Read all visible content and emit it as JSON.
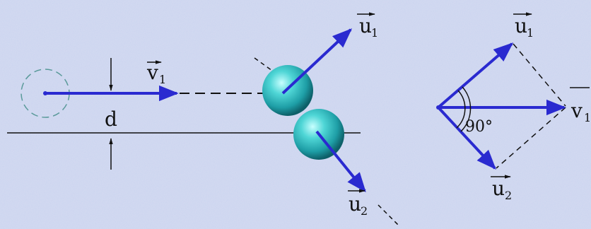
{
  "labels": {
    "v1_left": {
      "main": "v",
      "sub": "1"
    },
    "d": "d",
    "u1_mid": {
      "main": "u",
      "sub": "1"
    },
    "u2_mid": {
      "main": "u",
      "sub": "2"
    },
    "u1_right": {
      "main": "u",
      "sub": "1"
    },
    "u2_right": {
      "main": "u",
      "sub": "2"
    },
    "v1_right": {
      "main": "v",
      "sub": "1"
    },
    "angle": "90°"
  },
  "colors": {
    "background": "#c9d4ee",
    "vector": "#2a2ad0",
    "ball": "#33c7c7",
    "line": "#111111"
  }
}
